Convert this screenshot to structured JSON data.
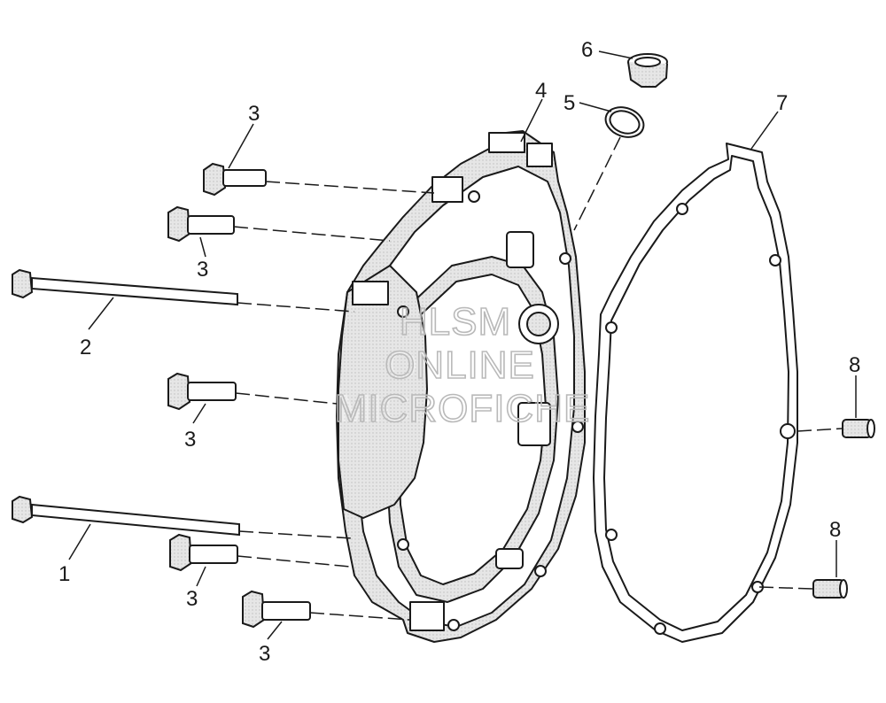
{
  "callouts": {
    "c1": "1",
    "c2": "2",
    "c3a": "3",
    "c3b": "3",
    "c3c": "3",
    "c3d": "3",
    "c3e": "3",
    "c4": "4",
    "c5": "5",
    "c6": "6",
    "c7": "7",
    "c8a": "8",
    "c8b": "8"
  },
  "watermark": {
    "line1": "HLSM",
    "line2": "ONLINE",
    "line3": "MICROFICHE"
  },
  "colors": {
    "ink": "#1a1a1a",
    "shade": "#d9d9d9",
    "watermark": "#b9b9b9"
  }
}
